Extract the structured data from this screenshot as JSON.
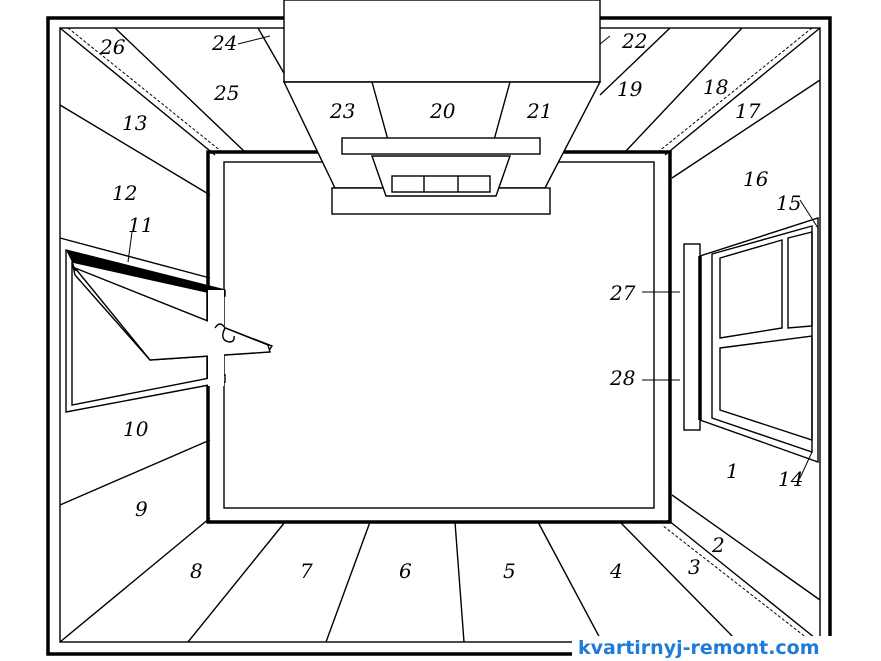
{
  "labels": {
    "l1": "1",
    "l2": "2",
    "l3": "3",
    "l4": "4",
    "l5": "5",
    "l6": "6",
    "l7": "7",
    "l8": "8",
    "l9": "9",
    "l10": "10",
    "l11": "11",
    "l12": "12",
    "l13": "13",
    "l14": "14",
    "l15": "15",
    "l16": "16",
    "l17": "17",
    "l18": "18",
    "l19": "19",
    "l20": "20",
    "l21": "21",
    "l22": "22",
    "l23": "23",
    "l24": "24",
    "l25": "25",
    "l26": "26",
    "l27": "27",
    "l28": "28"
  },
  "watermark": "kvartirnyj-remont.com",
  "colors": {
    "line": "#000000",
    "background": "#ffffff",
    "watermark": "#1e7bd6"
  }
}
